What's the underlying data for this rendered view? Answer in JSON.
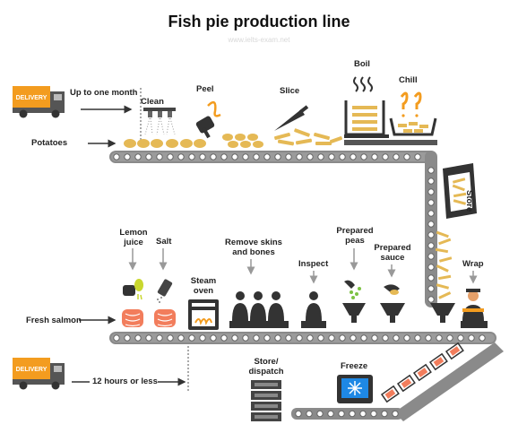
{
  "title": "Fish pie production line",
  "watermark": "www.ielts-exam.net",
  "delivery_label": "DELIVERY",
  "potato_line": {
    "lead_time": "Up to one month",
    "input": "Potatoes",
    "steps": [
      "Clean",
      "Peel",
      "Slice",
      "Boil",
      "Chill",
      "Store"
    ]
  },
  "salmon_line": {
    "input": "Fresh salmon",
    "steps": [
      "Lemon juice",
      "Salt",
      "Steam oven",
      "Remove skins and bones",
      "Inspect",
      "Prepared peas",
      "Prepared sauce",
      "Wrap"
    ]
  },
  "output": {
    "freeze": "Freeze",
    "store": "Store/ dispatch",
    "lead_time": "12 hours or less"
  },
  "colors": {
    "accent": "#f39c1f",
    "belt": "#8a8a8a",
    "dark": "#333333",
    "potato": "#e5b955",
    "salmon": "#f27d5c",
    "pea": "#7cc243"
  }
}
